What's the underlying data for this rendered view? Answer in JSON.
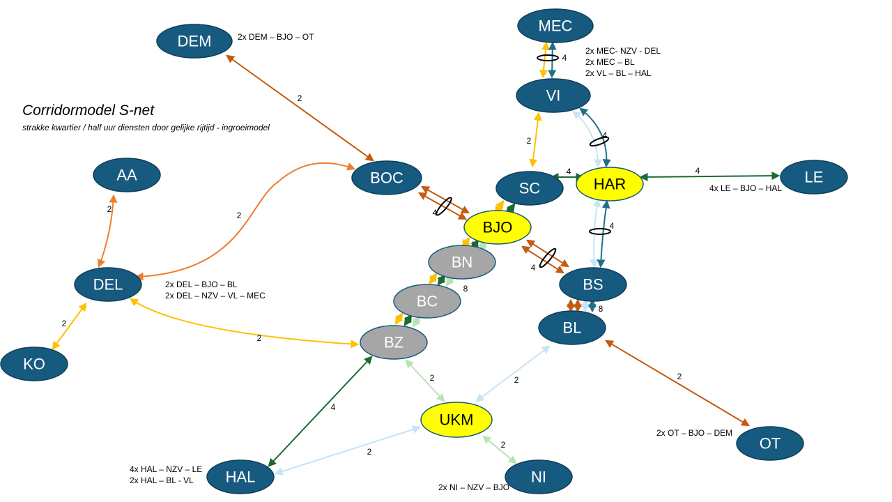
{
  "title": "Corridormodel S-net",
  "subtitle": "strakke kwartier / half uur diensten door gelijke rijtijd - ingroeimodel",
  "colors": {
    "station_blue": "#175a7f",
    "station_yellow": "#ffff00",
    "station_grey": "#a6a6a6",
    "dark_orange": "#c55a11",
    "orange": "#ed7d31",
    "gold": "#ffc000",
    "teal": "#1f6f8b",
    "light_blue": "#c5e4f7",
    "dark_green": "#1b6b2f",
    "light_green": "#b9e3b3"
  },
  "nodes": [
    {
      "id": "DEM",
      "label": "DEM",
      "style": "blue"
    },
    {
      "id": "MEC",
      "label": "MEC",
      "style": "blue"
    },
    {
      "id": "VI",
      "label": "VI",
      "style": "blue"
    },
    {
      "id": "AA",
      "label": "AA",
      "style": "blue"
    },
    {
      "id": "BOC",
      "label": "BOC",
      "style": "blue"
    },
    {
      "id": "SC",
      "label": "SC",
      "style": "blue"
    },
    {
      "id": "HAR",
      "label": "HAR",
      "style": "yellow"
    },
    {
      "id": "LE",
      "label": "LE",
      "style": "blue"
    },
    {
      "id": "BJO",
      "label": "BJO",
      "style": "yellow"
    },
    {
      "id": "BN",
      "label": "BN",
      "style": "grey"
    },
    {
      "id": "DEL",
      "label": "DEL",
      "style": "blue"
    },
    {
      "id": "BS",
      "label": "BS",
      "style": "blue"
    },
    {
      "id": "BC",
      "label": "BC",
      "style": "grey"
    },
    {
      "id": "BL",
      "label": "BL",
      "style": "blue"
    },
    {
      "id": "BZ",
      "label": "BZ",
      "style": "grey"
    },
    {
      "id": "KO",
      "label": "KO",
      "style": "blue"
    },
    {
      "id": "UKM",
      "label": "UKM",
      "style": "yellow"
    },
    {
      "id": "OT",
      "label": "OT",
      "style": "blue"
    },
    {
      "id": "HAL",
      "label": "HAL",
      "style": "blue"
    },
    {
      "id": "NI",
      "label": "NI",
      "style": "blue"
    }
  ],
  "edge_labels": [
    {
      "id": "dem-boc",
      "text": "2"
    },
    {
      "id": "mec-vi",
      "text": "4"
    },
    {
      "id": "vi-sc",
      "text": "2"
    },
    {
      "id": "vi-har",
      "text": "4"
    },
    {
      "id": "sc-har",
      "text": "4"
    },
    {
      "id": "har-le",
      "text": "4"
    },
    {
      "id": "boc-bjo",
      "text": "4"
    },
    {
      "id": "har-bs",
      "text": "4"
    },
    {
      "id": "bjo-bs",
      "text": "4"
    },
    {
      "id": "trunk",
      "text": "8"
    },
    {
      "id": "bs-bl",
      "text": "8"
    },
    {
      "id": "aa-del",
      "text": "2"
    },
    {
      "id": "del-boc",
      "text": "2"
    },
    {
      "id": "ko-del",
      "text": "2"
    },
    {
      "id": "del-bz",
      "text": "2"
    },
    {
      "id": "bz-ukm",
      "text": "2"
    },
    {
      "id": "bl-ukm",
      "text": "2"
    },
    {
      "id": "bl-ot",
      "text": "2"
    },
    {
      "id": "bz-hal",
      "text": "4"
    },
    {
      "id": "hal-ukm",
      "text": "2"
    },
    {
      "id": "ukm-ni",
      "text": "2"
    }
  ],
  "annotations": {
    "dem": [
      "2x DEM – BJO – OT"
    ],
    "mec": [
      "2x MEC- NZV - DEL",
      "2x MEC – BL",
      "2x VL – BL – HAL"
    ],
    "le": [
      "4x LE – BJO – HAL"
    ],
    "del": [
      "2x DEL – BJO – BL",
      "2x DEL – NZV – VL – MEC"
    ],
    "ot": [
      "2x OT – BJO – DEM"
    ],
    "hal": [
      "4x HAL – NZV – LE",
      "2x HAL – BL - VL"
    ],
    "ni": [
      "2x NI – NZV – BJO"
    ]
  }
}
